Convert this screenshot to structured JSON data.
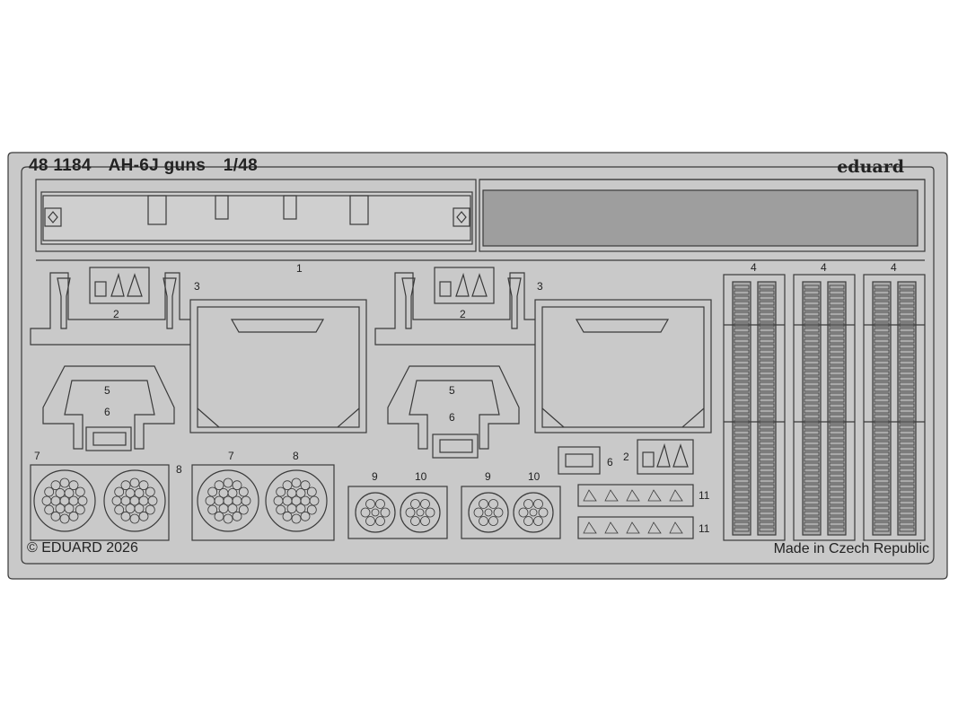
{
  "sheet": {
    "catalog_number": "48 1184",
    "kit_name": "AH-6J guns",
    "scale": "1/48",
    "brand": "eduard",
    "copyright": "© EDUARD 2026",
    "origin": "Made in Czech Republic"
  },
  "part_labels": {
    "p1": "1",
    "p2": "2",
    "p3": "3",
    "p4": "4",
    "p5": "5",
    "p6": "6",
    "p7": "7",
    "p8": "8",
    "p9": "9",
    "p10": "10",
    "p11": "11"
  },
  "colors": {
    "fret": "#c9c9c9",
    "line": "#3a3a3a",
    "etched": "#9e9e9e",
    "background": "#ffffff"
  }
}
